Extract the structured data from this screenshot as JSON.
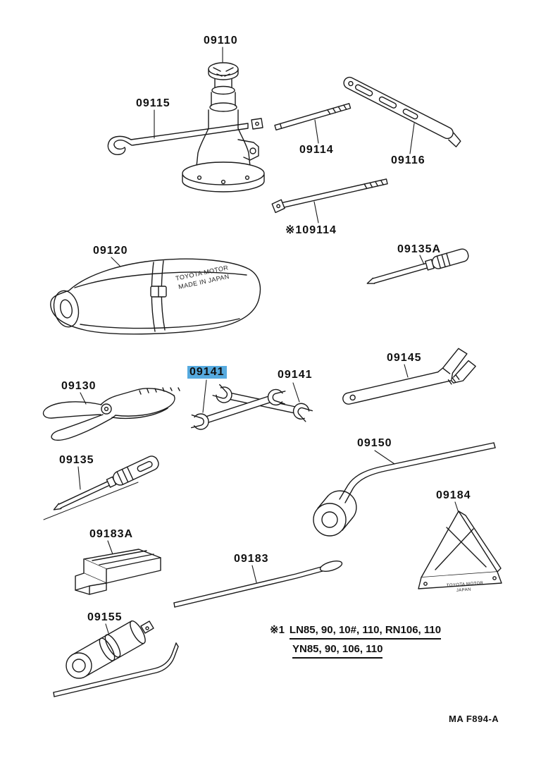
{
  "page": {
    "footer_code": "MA F894-A"
  },
  "note": {
    "marker": "※1",
    "models_line1": "LN85, 90, 10#, 110, RN106, 110",
    "models_line2": "YN85, 90, 106, 110"
  },
  "drawings": {
    "bag_text_line1": "TOYOTA MOTOR",
    "bag_text_line2": "MADE IN JAPAN",
    "chock_text": "TOYOTA MOTOR",
    "chock_text2": "JAPAN"
  },
  "highlight": {
    "color": "#56aadf"
  },
  "parts": {
    "jack": {
      "label": "09110"
    },
    "hook_handle": {
      "label": "09115"
    },
    "rod": {
      "label": "09114"
    },
    "wheel_wrench": {
      "label": "09116"
    },
    "rod_note": {
      "label": "※109114"
    },
    "bag": {
      "label": "09120"
    },
    "screwdriver_a": {
      "label": "09135A"
    },
    "pliers": {
      "label": "09130"
    },
    "wrench_highlighted": {
      "label": "09141"
    },
    "wrench": {
      "label": "09141"
    },
    "adjustable": {
      "label": "09145"
    },
    "lug_wrench": {
      "label": "09150"
    },
    "screwdriver": {
      "label": "09135"
    },
    "chock": {
      "label": "09184"
    },
    "bracket": {
      "label": "09183A"
    },
    "tow_rod": {
      "label": "09183"
    },
    "socket": {
      "label": "09155"
    }
  }
}
